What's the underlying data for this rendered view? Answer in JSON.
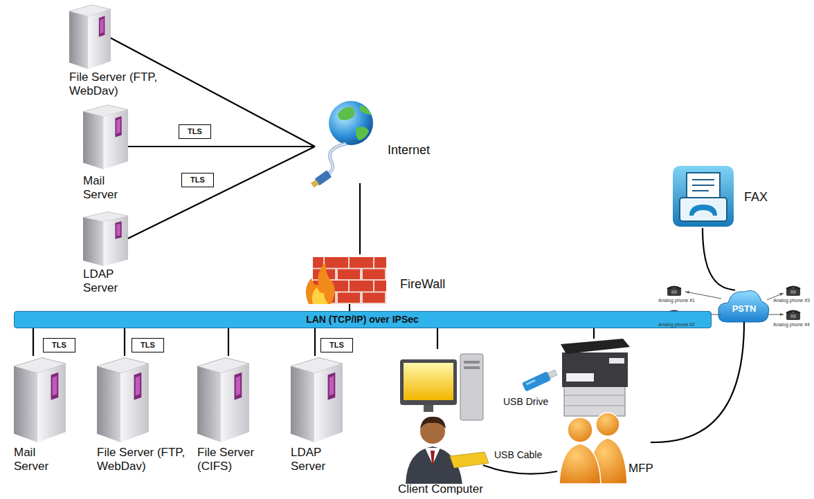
{
  "diagram": {
    "nodes": [
      {
        "text": [
          "File Server (FTP, WebDav)"
        ]
      },
      {
        "text": [
          "Mail Server"
        ]
      },
      {
        "text": [
          "LDAP Server"
        ]
      },
      {
        "text": [
          "Internet"
        ]
      },
      {
        "text": [
          "FireWall"
        ]
      },
      {
        "text": [
          "LAN (TCP/IP) over IPSec"
        ]
      },
      {
        "text": [
          "Mail Server"
        ]
      },
      {
        "text": [
          "File Server (FTP, WebDav)"
        ]
      },
      {
        "text": [
          "File Server (CIFS)"
        ]
      },
      {
        "text": [
          "LDAP Server"
        ]
      },
      {
        "text": [
          "Client Computer"
        ]
      },
      {
        "text": [
          "USB Drive"
        ]
      },
      {
        "text": [
          "MFP"
        ]
      },
      {
        "text": [
          "PSTN"
        ]
      },
      {
        "text": [
          "FAX"
        ]
      }
    ],
    "edges": [
      {
        "from": 0,
        "to": 3,
        "arrow": "none"
      },
      {
        "from": 1,
        "to": 3,
        "label": "TLS",
        "arrow": "none"
      },
      {
        "from": 2,
        "to": 3,
        "label": "TLS",
        "arrow": "none"
      },
      {
        "from": 3,
        "to": 4,
        "arrow": "none"
      },
      {
        "from": 4,
        "to": 5,
        "arrow": "none"
      },
      {
        "from": 5,
        "to": 6,
        "label": "TLS",
        "arrow": "none"
      },
      {
        "from": 5,
        "to": 7,
        "label": "TLS",
        "arrow": "none"
      },
      {
        "from": 5,
        "to": 8,
        "arrow": "none"
      },
      {
        "from": 5,
        "to": 9,
        "label": "TLS",
        "arrow": "none"
      },
      {
        "from": 5,
        "to": 10,
        "arrow": "none"
      },
      {
        "from": 5,
        "to": 12,
        "arrow": "none"
      },
      {
        "from": 10,
        "to": 12,
        "label": "USB Cable",
        "arrow": "none"
      },
      {
        "from": 12,
        "to": 13,
        "arrow": "none"
      },
      {
        "from": 13,
        "to": 14,
        "arrow": "none"
      }
    ],
    "labels": [
      "Analog phone #1",
      "Analog phone #2",
      "Analog phone #3",
      "Analog phone #4"
    ]
  }
}
